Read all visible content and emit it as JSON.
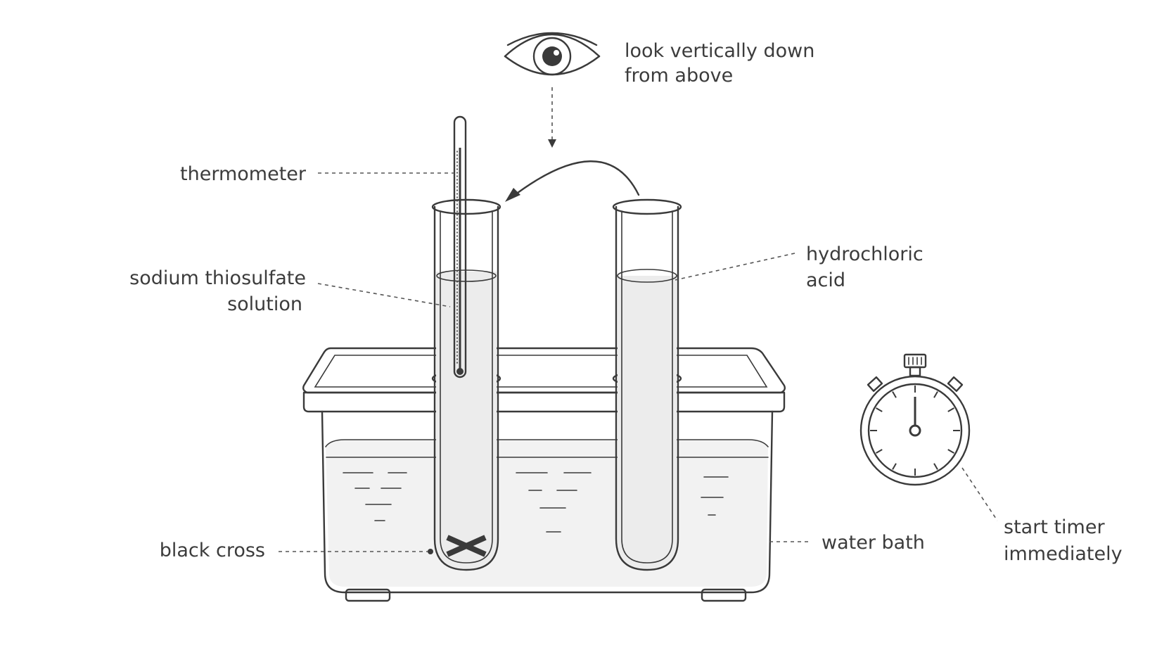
{
  "labels": {
    "eye_line1": "look vertically down",
    "eye_line2": "from above",
    "thermometer": "thermometer",
    "thio_line1": "sodium thiosulfate",
    "thio_line2": "solution",
    "hcl_line1": "hydrochloric",
    "hcl_line2": "acid",
    "cross": "black cross",
    "bath": "water bath",
    "timer_line1": "start timer",
    "timer_line2": "immediately"
  },
  "icons": [
    "eye-icon",
    "stopwatch-icon",
    "thermometer-icon",
    "cross-mark-icon"
  ],
  "colors": {
    "ink": "#3a3a3a",
    "water": "#f2f2f2",
    "text": "#3c3c3c"
  }
}
